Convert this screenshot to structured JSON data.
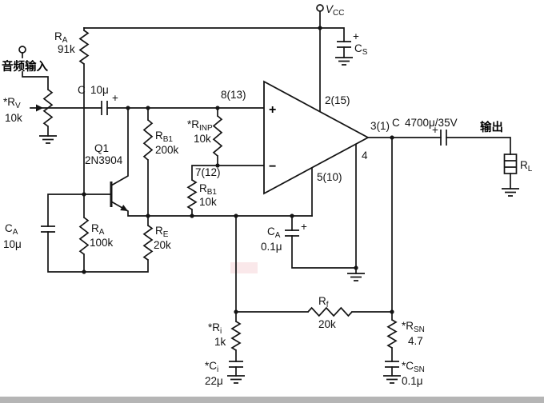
{
  "figure": {
    "background": "#ffffff",
    "ink": "#141414"
  },
  "power": {
    "vcc": {
      "name": "V",
      "sub": "CC"
    },
    "cs": {
      "plus": "+",
      "name": "C",
      "sub": "S"
    }
  },
  "input_stage": {
    "audio_input_label": "音频输入",
    "rv": {
      "name": "*R",
      "sub": "V",
      "value": "10k"
    },
    "ra_91k": {
      "name": "R",
      "sub": "A",
      "value": "91k"
    },
    "c_in": {
      "name": "C",
      "value": "10μ",
      "plus": "+"
    },
    "q1": {
      "designator": "Q1",
      "part": "2N3904"
    },
    "ca_10u": {
      "name": "C",
      "sub": "A",
      "value": "10μ"
    },
    "ra_100k": {
      "name": "R",
      "sub": "A",
      "value": "100k"
    },
    "re": {
      "name": "R",
      "sub": "E",
      "value": "20k"
    }
  },
  "opamp": {
    "plus": "+",
    "minus": "−",
    "pins": {
      "in_plus": "8(13)",
      "in_minus": "7(12)",
      "vcc": "2(15)",
      "out": "3(1)",
      "gnd": "4",
      "aux": "5(10)"
    },
    "rb1_200k": {
      "name": "R",
      "sub": "B1",
      "value": "200k"
    },
    "rinp": {
      "name": "*R",
      "sub": "INP",
      "value": "10k"
    },
    "rb1_10k": {
      "name": "R",
      "sub": "B1",
      "value": "10k"
    },
    "ca_01u": {
      "name": "C",
      "sub": "A",
      "plus": "+",
      "value": "0.1μ"
    }
  },
  "feedback": {
    "rf": {
      "name": "R",
      "sub": "f",
      "value": "20k"
    },
    "ri": {
      "name": "*R",
      "sub": "i",
      "value": "1k"
    },
    "ci": {
      "name": "*C",
      "sub": "i",
      "value": "22μ"
    }
  },
  "output_stage": {
    "c_out": {
      "name": "C",
      "value": "4700μ/35V",
      "plus": "+"
    },
    "output_label": "输出",
    "rl": {
      "name": "R",
      "sub": "L"
    },
    "rsn": {
      "name": "*R",
      "sub": "SN",
      "value": "4.7"
    },
    "csn": {
      "name": "*C",
      "sub": "SN",
      "value": "0.1μ"
    }
  }
}
